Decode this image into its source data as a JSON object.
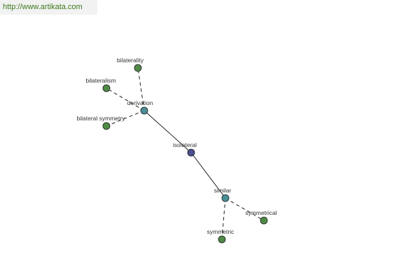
{
  "header": {
    "site_link": "http://www.artikata.com"
  },
  "colors": {
    "center_node": "#4a4f8f",
    "hub_node": "#4a8f96",
    "leaf_node": "#4f8a46",
    "node_stroke": "#1e1e1e",
    "edge": "#1e1e1e"
  },
  "graph": {
    "nodes": [
      {
        "id": "isolateral",
        "label": "isolateral",
        "kind": "center"
      },
      {
        "id": "derivation",
        "label": "derivation",
        "kind": "hub"
      },
      {
        "id": "similar",
        "label": "similar",
        "kind": "hub"
      },
      {
        "id": "bilaterality",
        "label": "bilaterality",
        "kind": "leaf"
      },
      {
        "id": "bilateralism",
        "label": "bilateralism",
        "kind": "leaf"
      },
      {
        "id": "bilateral-symmetry",
        "label": "bilateral symmetry",
        "kind": "leaf"
      },
      {
        "id": "symmetrical",
        "label": "symmetrical",
        "kind": "leaf"
      },
      {
        "id": "symmetric",
        "label": "symmetric",
        "kind": "leaf"
      }
    ],
    "edges": [
      {
        "from": "isolateral",
        "to": "derivation",
        "style": "solid"
      },
      {
        "from": "isolateral",
        "to": "similar",
        "style": "solid"
      },
      {
        "from": "derivation",
        "to": "bilaterality",
        "style": "dashed"
      },
      {
        "from": "derivation",
        "to": "bilateralism",
        "style": "dashed"
      },
      {
        "from": "derivation",
        "to": "bilateral-symmetry",
        "style": "dashed"
      },
      {
        "from": "similar",
        "to": "symmetrical",
        "style": "dashed"
      },
      {
        "from": "similar",
        "to": "symmetric",
        "style": "dashed"
      }
    ]
  }
}
